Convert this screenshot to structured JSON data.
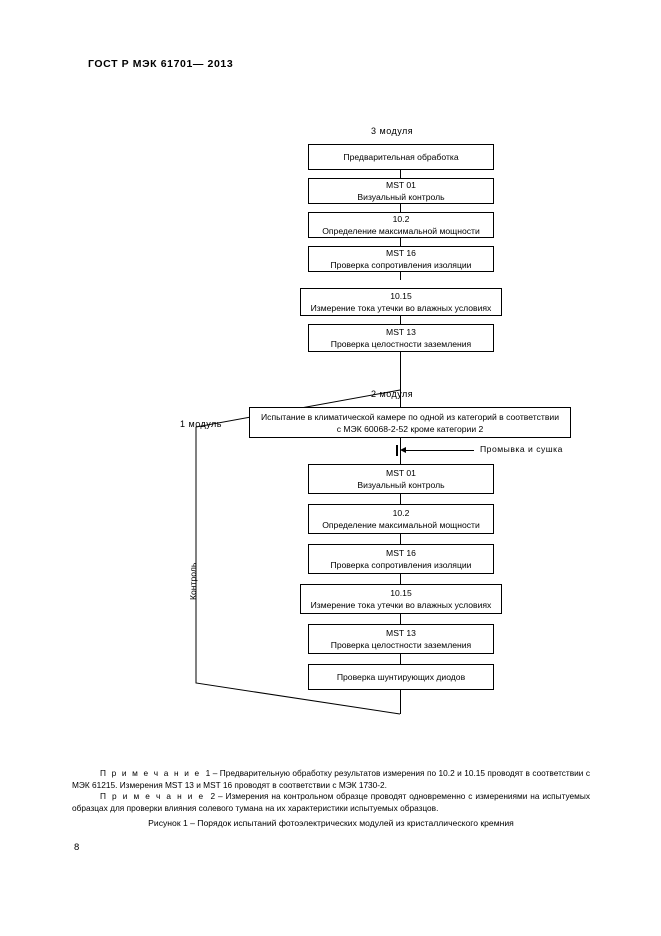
{
  "document": {
    "header": "ГОСТ Р МЭК  61701— 2013",
    "page_number": "8",
    "figure_caption": "Рисунок 1 – Порядок испытаний фотоэлектрических модулей из кристаллического кремния"
  },
  "flowchart": {
    "labels": {
      "three_modules": "3 модуля",
      "two_modules": "2 модуля",
      "one_module": "1 модуль",
      "control": "Контроль",
      "wash_dry": "Промывка и сушка"
    },
    "top_branch": [
      {
        "code": "",
        "title": "Предварительная обработка"
      },
      {
        "code": "MST 01",
        "title": "Визуальный контроль"
      },
      {
        "code": "10.2",
        "title": "Определение максимальной мощности"
      },
      {
        "code": "MST 16",
        "title": "Проверка сопротивления изоляции"
      },
      {
        "code": "10.15",
        "title": "Измерение тока утечки во влажных условиях"
      },
      {
        "code": "MST 13",
        "title": "Проверка целостности заземления"
      }
    ],
    "chamber_box": {
      "line1": "Испытание в климатической камере по одной из категорий в соответствии",
      "line2": "с МЭК 60068-2-52 кроме категории 2"
    },
    "bottom_branch": [
      {
        "code": "MST 01",
        "title": "Визуальный контроль"
      },
      {
        "code": "10.2",
        "title": "Определение максимальной мощности"
      },
      {
        "code": "MST 16",
        "title": "Проверка сопротивления изоляции"
      },
      {
        "code": "10.15",
        "title": "Измерение тока утечки во влажных условиях"
      },
      {
        "code": "MST 13",
        "title": "Проверка целостности заземления"
      },
      {
        "code": "",
        "title": "Проверка шунтирующих диодов"
      }
    ]
  },
  "notes": {
    "note1_label": "П р и м е ч а н и е",
    "note1_number": "1",
    "note1_text": "– Предварительную обработку результатов измерения по 10.2 и 10.15 проводят в соответствии с МЭК 61215. Измерения MST 13 и MST 16 проводят в соответствии с МЭК 1730-2.",
    "note2_label": "П р и м е ч а н и е",
    "note2_number": "2",
    "note2_text": "– Измерения на контрольном образце проводят одновременно с измерениями на испытуемых образцах для проверки влияния солевого тумана на их характеристики испытуемых образцов."
  }
}
